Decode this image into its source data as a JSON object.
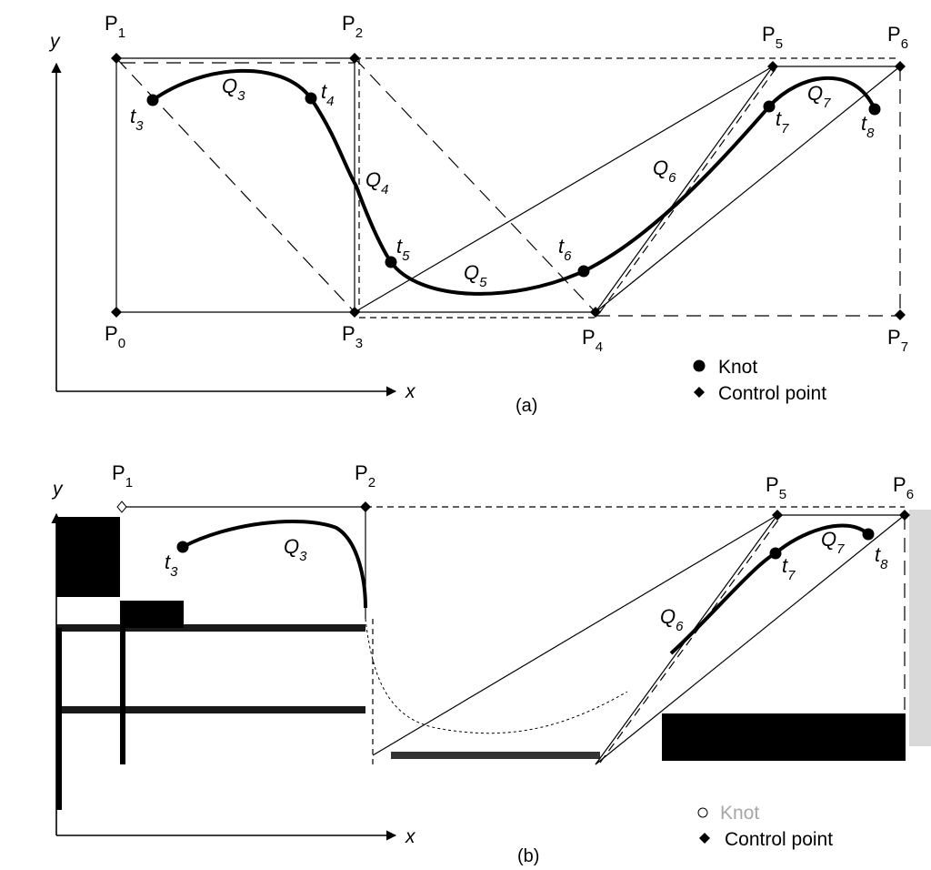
{
  "axes": {
    "x_label": "x",
    "y_label": "y"
  },
  "captions": {
    "a": "(a)",
    "b": "(b)"
  },
  "legend": {
    "knot": "Knot",
    "control_point": "Control point"
  },
  "panel_a": {
    "control_points": [
      {
        "name": "P",
        "sub": "0"
      },
      {
        "name": "P",
        "sub": "1"
      },
      {
        "name": "P",
        "sub": "2"
      },
      {
        "name": "P",
        "sub": "3"
      },
      {
        "name": "P",
        "sub": "4"
      },
      {
        "name": "P",
        "sub": "5"
      },
      {
        "name": "P",
        "sub": "6"
      },
      {
        "name": "P",
        "sub": "7"
      }
    ],
    "knots": [
      {
        "name": "t",
        "sub": "3"
      },
      {
        "name": "t",
        "sub": "4"
      },
      {
        "name": "t",
        "sub": "5"
      },
      {
        "name": "t",
        "sub": "6"
      },
      {
        "name": "t",
        "sub": "7"
      },
      {
        "name": "t",
        "sub": "8"
      }
    ],
    "segments": [
      {
        "name": "Q",
        "sub": "3"
      },
      {
        "name": "Q",
        "sub": "4"
      },
      {
        "name": "Q",
        "sub": "5"
      },
      {
        "name": "Q",
        "sub": "6"
      },
      {
        "name": "Q",
        "sub": "7"
      }
    ]
  },
  "panel_b": {
    "control_points": [
      {
        "name": "P",
        "sub": "1"
      },
      {
        "name": "P",
        "sub": "2"
      },
      {
        "name": "P",
        "sub": "5"
      },
      {
        "name": "P",
        "sub": "6"
      }
    ],
    "knots": [
      {
        "name": "t",
        "sub": "3"
      },
      {
        "name": "t",
        "sub": "7"
      },
      {
        "name": "t",
        "sub": "8"
      }
    ],
    "segments": [
      {
        "name": "Q",
        "sub": "3"
      },
      {
        "name": "Q",
        "sub": "6"
      },
      {
        "name": "Q",
        "sub": "7"
      }
    ]
  }
}
